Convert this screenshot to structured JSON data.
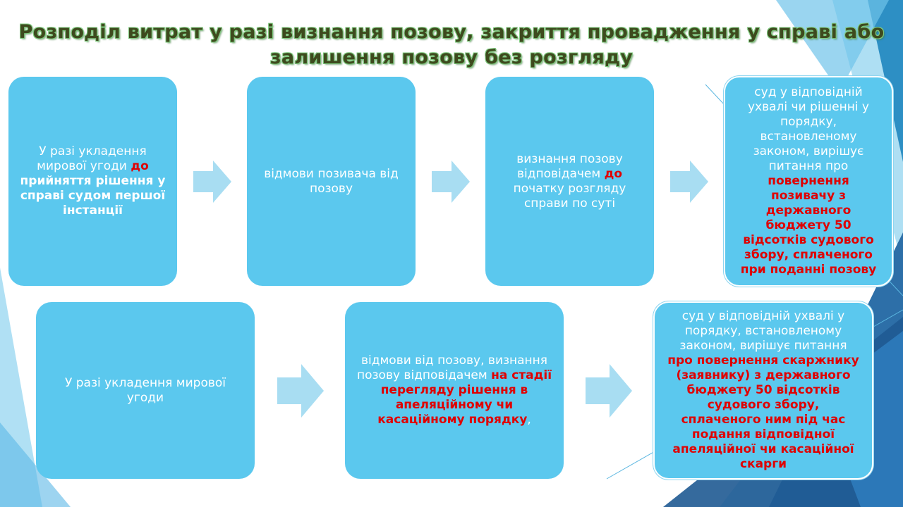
{
  "title": {
    "line1": "Розподіл витрат у разі визнання позову, закриття провадження у справі або",
    "line2": "залишення позову без розгляду"
  },
  "row1": {
    "box1": {
      "p1": "У разі укладення мирової угоди ",
      "p2": "до",
      "p3": " прийняття рішення у справі судом першої інстанції"
    },
    "box2": {
      "p1": "відмови позивача від позову"
    },
    "box3": {
      "p1": "визнання позову відповідачем ",
      "p2": "до",
      "p3": " початку розгляду справи по суті"
    },
    "box4": {
      "p1": "суд у відповідній ухвалі чи рішенні у порядку, встановленому законом, вирішує питання про ",
      "p2": "повернення позивачу з державного",
      "p3": " бюджету 50 відсотків судового збору, сплаченого при поданні позову"
    }
  },
  "row2": {
    "box1": {
      "p1": "У разі укладення мирової угоди"
    },
    "box2": {
      "p1": "відмови від позову, визнання позову відповідачем ",
      "p2": "на стадії перегляду рішення в апеляційному чи касаційному порядку",
      "p3": ","
    },
    "box3": {
      "p1": "суд у відповідній ухвалі у порядку, встановленому законом, вирішує питання ",
      "p2": "про повернення скаржнику (заявнику) з державного бюджету 50 відсотків судового збору, сплаченого ним під час подання відповідної апеляційної чи касаційної скарги"
    }
  },
  "colors": {
    "box": "#5bc8ee",
    "arrow": "#a8ddf2",
    "highlight": "#e00000",
    "title": "#3e4a1e"
  }
}
